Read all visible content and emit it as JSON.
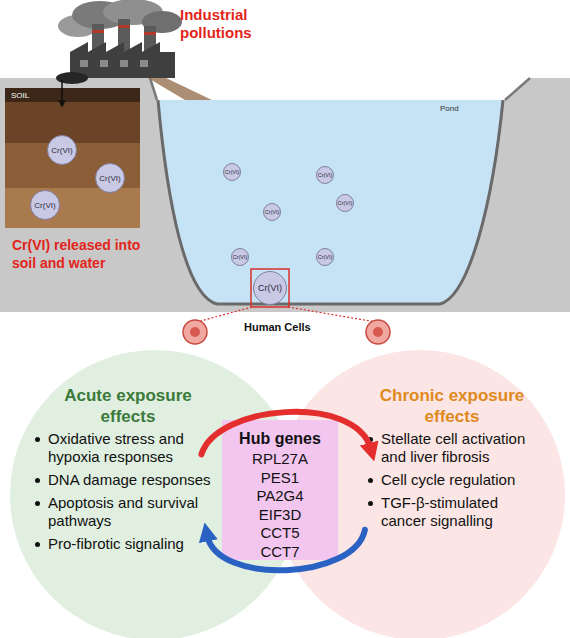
{
  "diagram": {
    "nodes": [
      {
        "text": [
          "SOIL"
        ]
      },
      {
        "text": [
          "Cr(VI)"
        ],
        "in": 0
      },
      {
        "text": [
          "Cr(VI)"
        ],
        "in": 0
      },
      {
        "text": [
          "Cr(VI)"
        ],
        "in": 0
      },
      {
        "text": [
          "Pond"
        ]
      },
      {
        "text": [
          "Cr(VI)"
        ],
        "in": 4
      },
      {
        "text": [
          "Cr(VI)"
        ],
        "in": 4
      },
      {
        "text": [
          "Cr(VI)"
        ],
        "in": 4
      },
      {
        "text": [
          "Cr(VI)"
        ],
        "in": 4
      },
      {
        "text": [
          "Cr(VI)"
        ],
        "in": 4
      },
      {
        "text": [
          "Cr(VI)"
        ],
        "in": 4
      },
      {
        "text": [
          "Cr(VI)"
        ],
        "in": 4
      },
      {
        "text": [
          "Acute exposure effects",
          "Oxidative stress and hypoxia responses",
          "DNA damage responses",
          "Apoptosis and survival pathways",
          "Pro-fibrotic signaling"
        ]
      },
      {
        "text": [
          "Chronic exposure effects",
          "Stellate cell activation and liver fibrosis",
          "Cell cycle regulation",
          "TGF-β-stimulated cancer signalling"
        ]
      },
      {
        "text": [
          "Hub genes",
          "RPL27A",
          "PES1",
          "PA2G4",
          "EIF3D",
          "CCT5",
          "CCT7"
        ]
      }
    ],
    "edges": [
      {
        "from": 12,
        "to": 13,
        "arrow": "to"
      },
      {
        "from": 13,
        "to": 12,
        "arrow": "to"
      }
    ],
    "labels": [
      "Industrial pollutions",
      "Cr(VI) released into soil and water",
      "Human Cells"
    ]
  }
}
